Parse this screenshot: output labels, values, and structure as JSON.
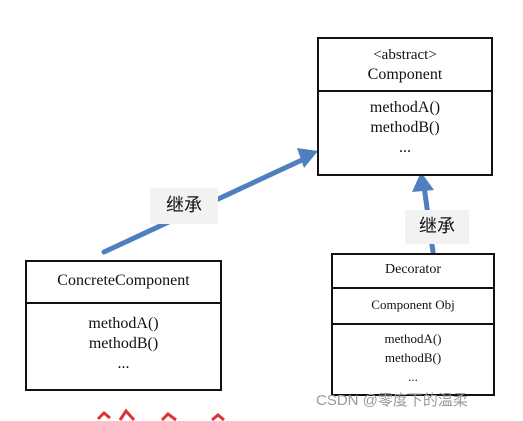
{
  "component": {
    "stereotype": "<abstract>",
    "name": "Component",
    "methods": [
      "methodA()",
      "methodB()",
      "..."
    ]
  },
  "concrete_component": {
    "name": "ConcreteComponent",
    "methods": [
      "methodA()",
      "methodB()",
      "..."
    ]
  },
  "decorator": {
    "name": "Decorator",
    "field": "Component Obj",
    "methods": [
      "methodA()",
      "methodB()",
      "..."
    ]
  },
  "relations": {
    "left_label": "继承",
    "right_label": "继承",
    "arrow_color": "#4f7fbf"
  },
  "watermark": {
    "text": "CSDN @零度下的温柔"
  }
}
